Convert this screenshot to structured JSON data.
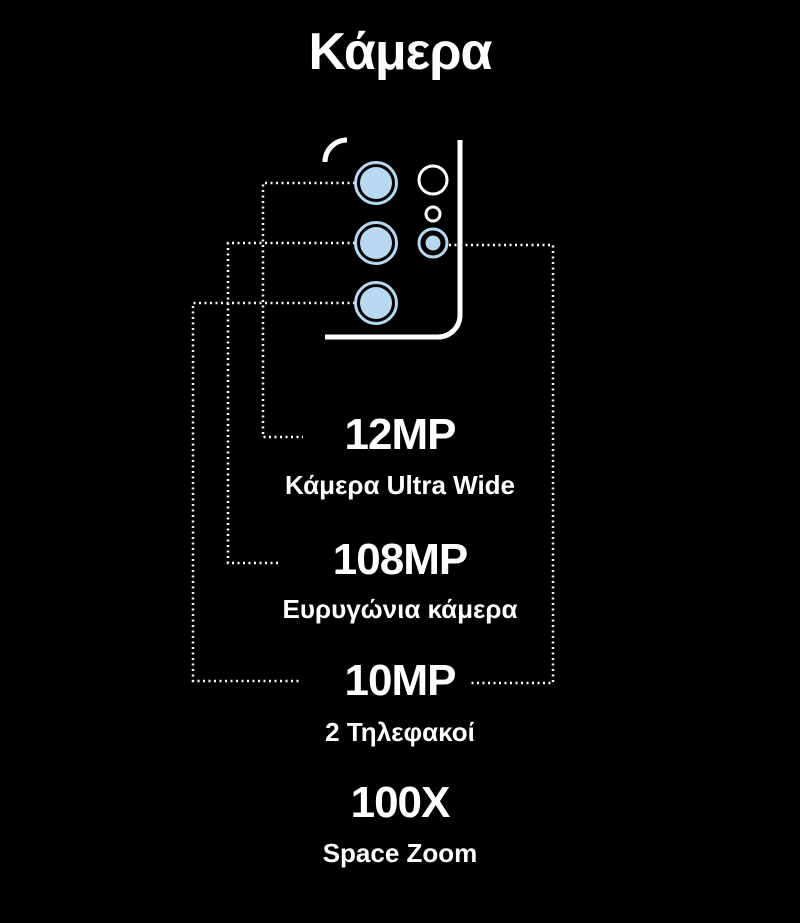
{
  "title": "Κάμερα",
  "specs": [
    {
      "value": "12MP",
      "label": "Κάμερα Ultra Wide"
    },
    {
      "value": "108MP",
      "label": "Ευρυγώνια κάμερα"
    },
    {
      "value": "10MP",
      "label": "2 Τηλεφακοί"
    },
    {
      "value": "100X",
      "label": "Space Zoom"
    }
  ],
  "colors": {
    "lens": "#b8d8f0",
    "background": "#000000",
    "line": "#ffffff"
  }
}
